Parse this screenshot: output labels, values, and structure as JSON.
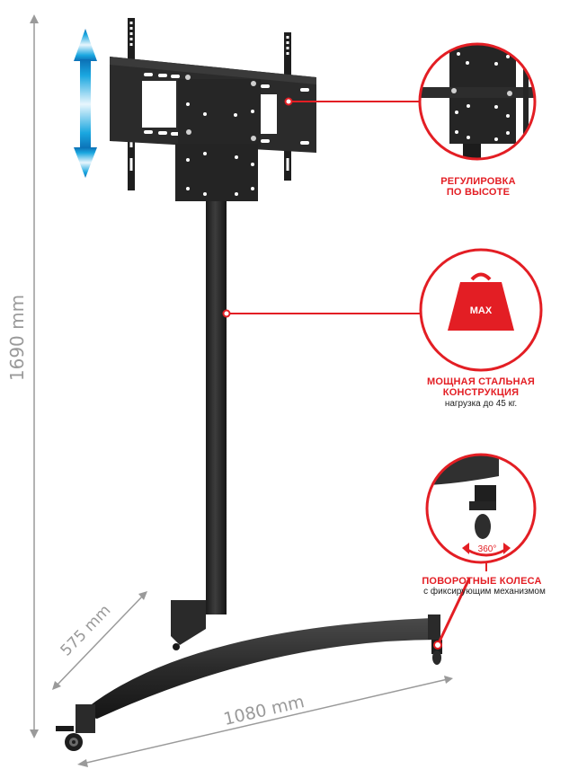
{
  "product": {
    "type": "mobile TV stand",
    "colors": {
      "accent": "#e31e24",
      "dimension": "#9a9a9a",
      "arrow_blue": "#1a9ad6",
      "metal": "#2a2a2a"
    }
  },
  "dimensions": {
    "height": "1690 mm",
    "depth": "575 mm",
    "width": "1080 mm"
  },
  "callouts": [
    {
      "title_line1": "РЕГУЛИРОВКА",
      "title_line2": "ПО ВЫСОТЕ",
      "subtitle": ""
    },
    {
      "title_line1": "МОЩНАЯ СТАЛЬНАЯ",
      "title_line2": "КОНСТРУКЦИЯ",
      "subtitle": "нагрузка до 45 кг.",
      "badge": "MAX"
    },
    {
      "title_line1": "ПОВОРОТНЫЕ КОЛЕСА",
      "title_line2": "",
      "subtitle": "с фиксирующим механизмом",
      "badge": "360°"
    }
  ],
  "icons": [
    "height-adjust-arrow-icon",
    "weight-max-icon",
    "rotation-360-icon"
  ]
}
